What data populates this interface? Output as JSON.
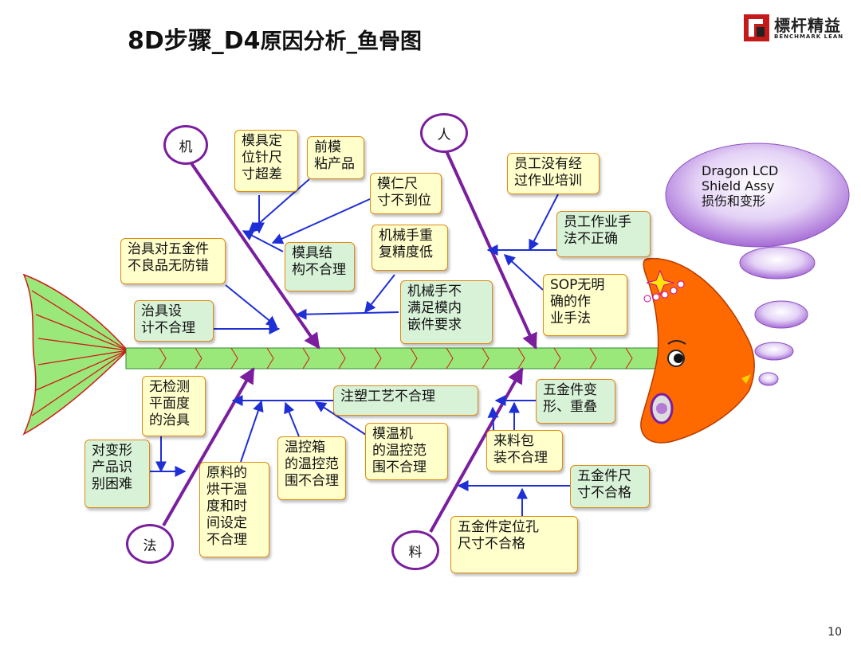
{
  "header": {
    "title_latin": "8D步骤_D4",
    "title_cn": "原因分析_鱼骨图",
    "logo_cn": "標杆精益",
    "logo_en": "BENCHMARK LEAN",
    "page_number": "10"
  },
  "diagram": {
    "problem": "Dragon LCD\nShield Assy\n损伤和变形",
    "categories": {
      "machine": "机",
      "man": "人",
      "method": "法",
      "material": "料"
    },
    "causes": {
      "c_mold_pin": "模具定\n位针尺\n寸超差",
      "c_front_mold": "前模\n粘产品",
      "c_core": "模仁尺\n寸不到位",
      "c_mold_struct": "模具结\n构不合理",
      "c_jig_poka": "治具对五金件\n不良品无防错",
      "c_robot_rep": "机械手重\n复精度低",
      "c_robot_insert": "机械手不\n满足模内\n嵌件要求",
      "c_jig_design": "治具设\n计不合理",
      "c_training": "员工没有经\n过作业培训",
      "c_method_wrong": "员工作业手\n法不正确",
      "c_sop": "SOP无明\n确的作\n业手法",
      "c_flatness": "无检测\n平面度\n的治具",
      "c_deform_id": "对变形\n产品识\n别困难",
      "c_dry": "原料的\n烘干温\n度和时\n间设定\n不合理",
      "c_temp_box": "温控箱\n的温控范\n围不合理",
      "c_mold_temp": "模温机\n的温控范\n围不合理",
      "c_process": "注塑工艺不合理",
      "c_hw_deform": "五金件变\n形、重叠",
      "c_packing": "来料包\n装不合理",
      "c_hw_size": "五金件尺\n寸不合格",
      "c_hw_hole": "五金件定位孔\n尺寸不合格"
    }
  },
  "colors": {
    "bone_purple": "#7a1e9e",
    "arrow_blue": "#1f2fd6",
    "fish_body": "#ff6a00",
    "tail_green": "#9be87a",
    "box_border": "#e08a10"
  }
}
